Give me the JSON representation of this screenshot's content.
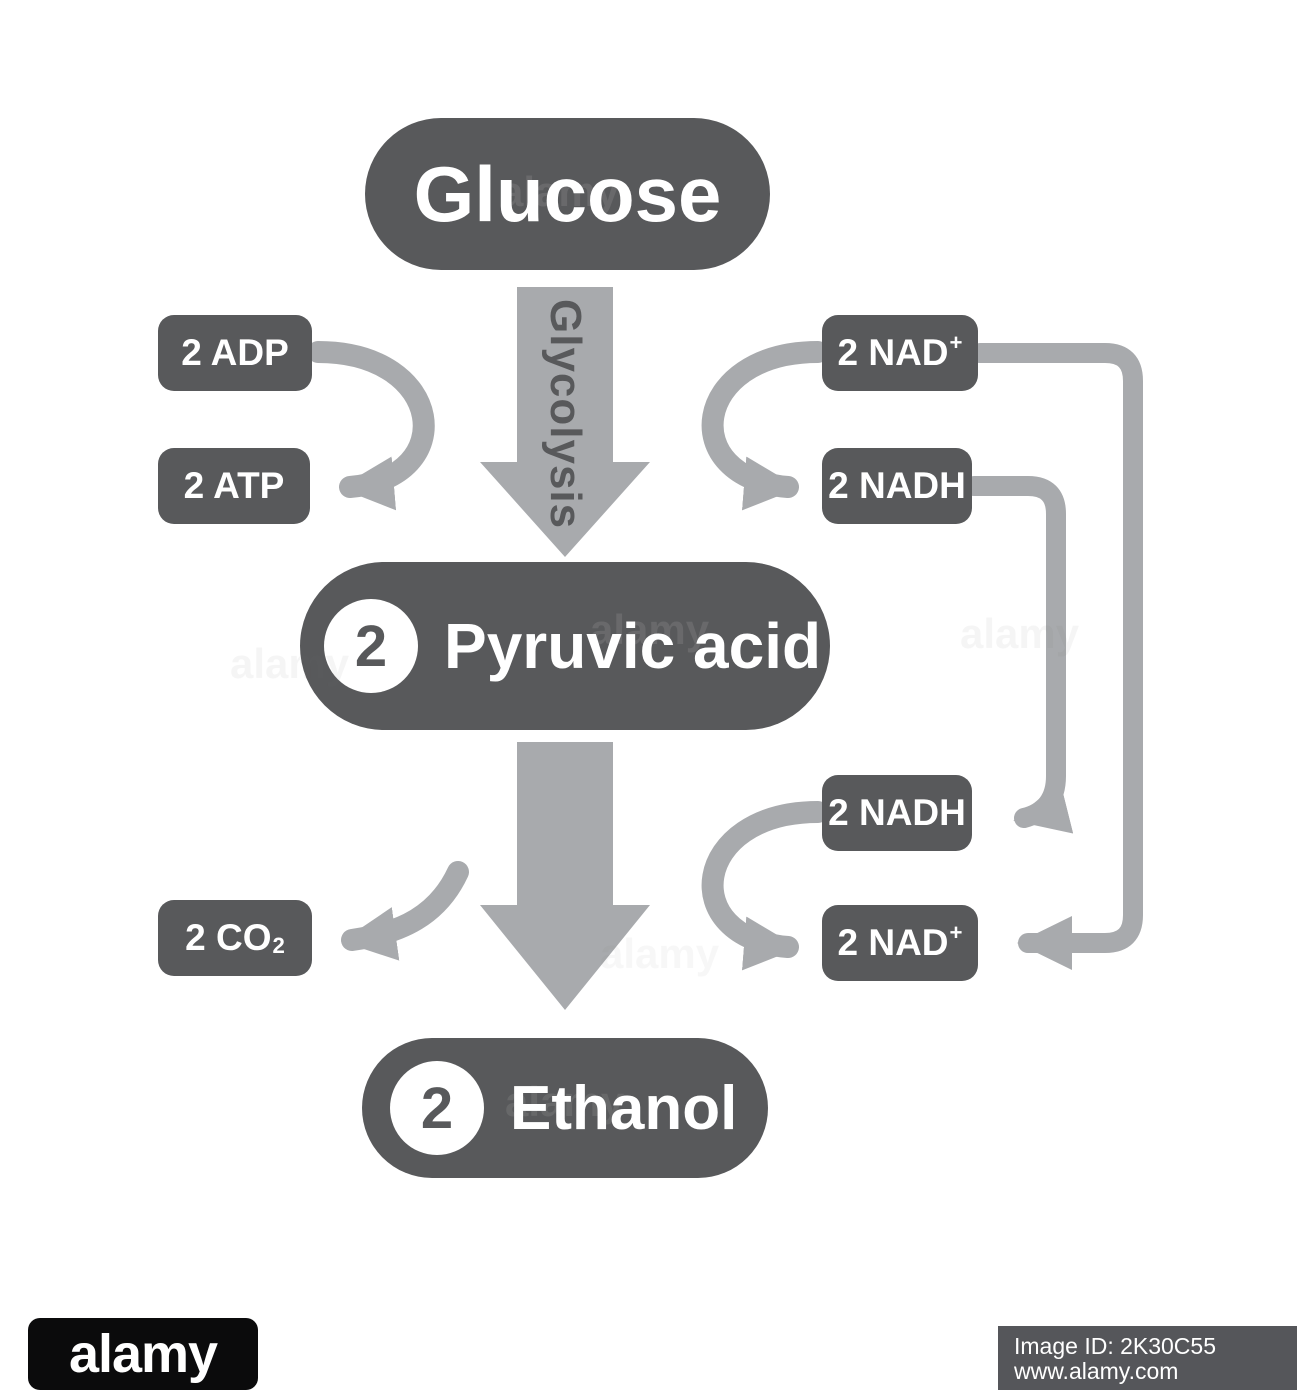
{
  "colors": {
    "node_fill": "#58595B",
    "arrow_fill": "#A8AAAD",
    "node_text": "#FFFFFF",
    "background": "#FFFFFF"
  },
  "diagram": {
    "glucose": {
      "label": "Glucose"
    },
    "glycolysis_arrow_label": "Glycolysis",
    "adp": {
      "label": "2 ADP"
    },
    "atp": {
      "label": "2 ATP"
    },
    "nad_top": {
      "base": "2 NAD",
      "sup": "+"
    },
    "nadh_top": {
      "label": "2 NADH"
    },
    "pyruvic": {
      "count": "2",
      "label": "Pyruvic acid"
    },
    "nadh_bottom": {
      "label": "2 NADH"
    },
    "nad_bottom": {
      "base": "2 NAD",
      "sup": "+"
    },
    "co2": {
      "base": "2 CO",
      "sub": "2"
    },
    "ethanol": {
      "count": "2",
      "label": "Ethanol"
    }
  },
  "watermark": {
    "brand": "alamy",
    "image_id": "Image ID: 2K30C55",
    "site": "www.alamy.com"
  }
}
